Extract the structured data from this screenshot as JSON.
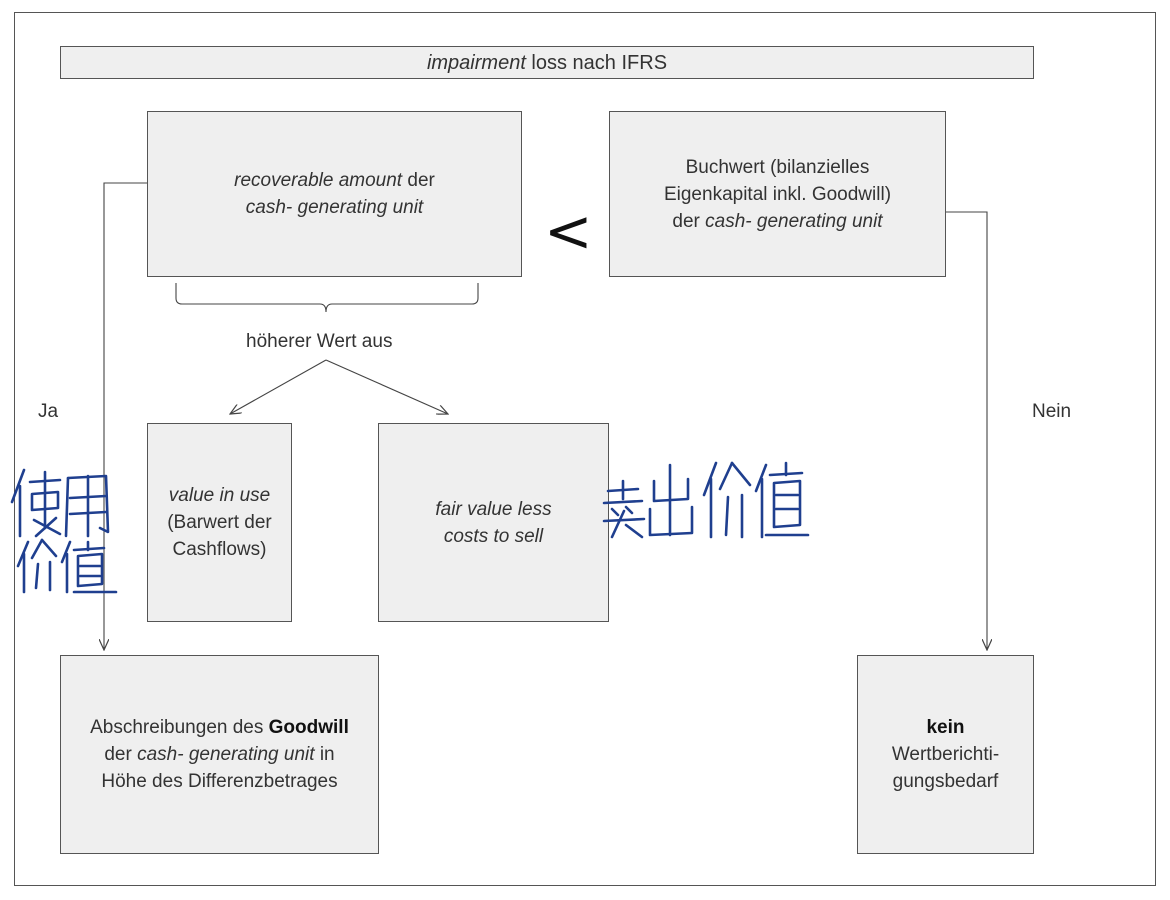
{
  "title": {
    "italic": "impairment",
    "rest": " loss nach IFRS"
  },
  "recoverable": {
    "line1_italic": "recoverable amount",
    "line1_rest": " der",
    "line2_italic": "cash- generating unit"
  },
  "book_value": {
    "line1": "Buchwert (bilanzielles",
    "line2": "Eigenkapital inkl. Goodwill)",
    "line3_pre": "der ",
    "line3_italic": "cash- generating unit"
  },
  "comparison_symbol": "<",
  "brace_label": "höherer Wert aus",
  "value_in_use": {
    "line1_italic": "value in use",
    "line2": "(Barwert der",
    "line3": "Cashflows)"
  },
  "fair_value": {
    "line1_italic": "fair value less",
    "line2_italic": "costs to sell"
  },
  "yes_label": "Ja",
  "no_label": "Nein",
  "writedown": {
    "line1_pre": "Abschreibungen des ",
    "line1_bold": "Goodwill",
    "line2_pre": "der ",
    "line2_italic": "cash- generating unit",
    "line2_post": " in",
    "line3": "Höhe des Differenzbetrages"
  },
  "no_writedown": {
    "line1_bold": "kein",
    "line2": "Wertberichti-",
    "line3": "gungsbedarf"
  },
  "handwriting": {
    "left": "使用价值",
    "right": "卖出价值"
  },
  "colors": {
    "box_fill": "#efefef",
    "border": "#555555",
    "ink": "#1f3f8f"
  }
}
